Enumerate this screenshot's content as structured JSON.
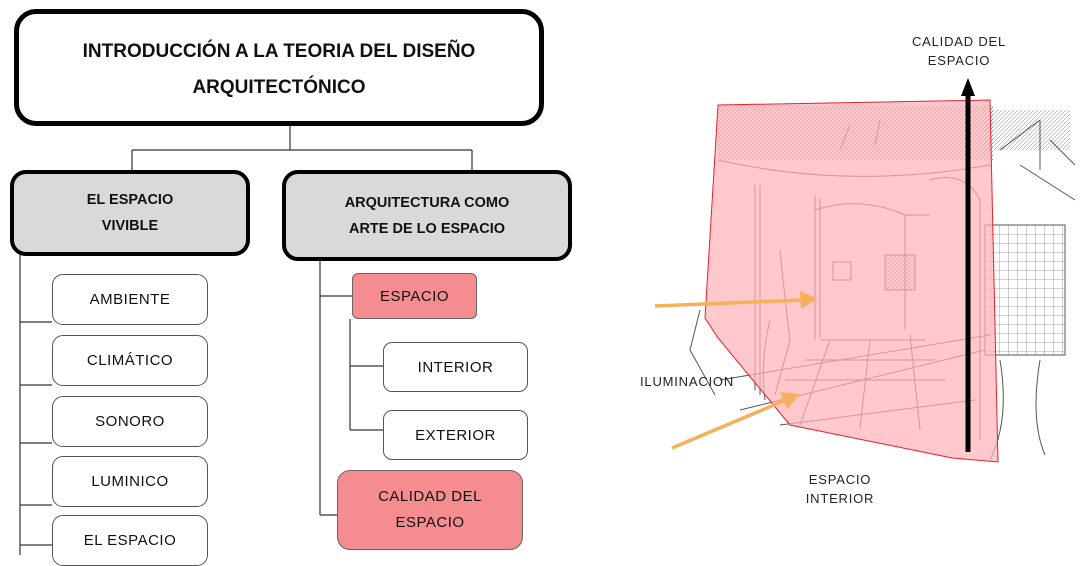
{
  "diagram": {
    "title": "INTRODUCCIÓN A LA TEORIA DEL DISEÑO\nARQUITECTÓNICO",
    "categories": [
      {
        "label": "EL ESPACIO\nVIVIBLE"
      },
      {
        "label": "ARQUITECTURA  COMO\nARTE DE LO ESPACIO"
      }
    ],
    "left_items": [
      "AMBIENTE",
      "CLIMÁTICO",
      "SONORO",
      "LUMINICO",
      "EL ESPACIO"
    ],
    "right_items": {
      "espacio": "ESPACIO",
      "interior": "INTERIOR",
      "exterior": "EXTERIOR",
      "calidad": "CALIDAD DEL\nESPACIO"
    }
  },
  "sketch": {
    "label_top": "CALIDAD DEL\nESPACIO",
    "label_left": "ILUMINACION",
    "label_bottom": "ESPACIO\nINTERIOR"
  },
  "colors": {
    "pink_box": "#f58d90",
    "gray_box": "#d9d9d9",
    "highlight_fill": "#ffb3b8",
    "highlight_stroke": "#e8202a",
    "arrow_orange": "#f7b05a"
  }
}
